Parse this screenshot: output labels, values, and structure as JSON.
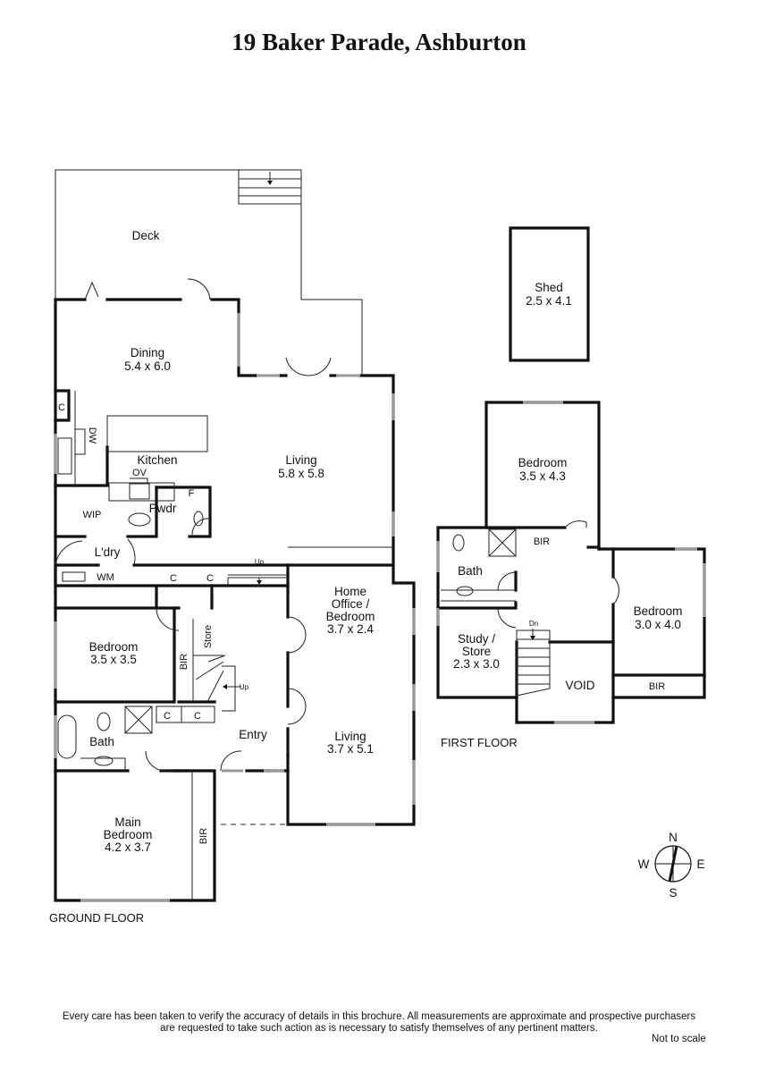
{
  "title": "19 Baker Parade, Ashburton",
  "ground_floor": {
    "label": "GROUND FLOOR",
    "rooms": {
      "deck": "Deck",
      "dining": {
        "name": "Dining",
        "size": "5.4 x 6.0"
      },
      "kitchen": "Kitchen",
      "living_main": {
        "name": "Living",
        "size": "5.8 x 5.8"
      },
      "wip": "WIP",
      "pwdr": "Pwdr",
      "laundry": "L'dry",
      "home_office": {
        "line1": "Home",
        "line2": "Office /",
        "line3": "Bedroom",
        "size": "3.7 x 2.4"
      },
      "bedroom": {
        "name": "Bedroom",
        "size": "3.5 x 3.5"
      },
      "bath": "Bath",
      "entry": "Entry",
      "living_front": {
        "name": "Living",
        "size": "3.7 x 5.1"
      },
      "main_bedroom": {
        "line1": "Main",
        "line2": "Bedroom",
        "size": "4.2 x 3.7"
      }
    },
    "fixtures": {
      "c": "C",
      "dw": "DW",
      "ov": "OV",
      "f": "F",
      "wm": "WM",
      "bir": "BIR",
      "store": "Store",
      "up": "Up"
    }
  },
  "first_floor": {
    "label": "FIRST FLOOR",
    "rooms": {
      "bedroom_top": {
        "name": "Bedroom",
        "size": "3.5 x 4.3"
      },
      "bath": "Bath",
      "study": {
        "line1": "Study /",
        "line2": "Store",
        "size": "2.3 x 3.0"
      },
      "void": "VOID",
      "bedroom_right": {
        "name": "Bedroom",
        "size": "3.0 x 4.0"
      }
    },
    "fixtures": {
      "bir": "BIR",
      "dn": "Dn"
    }
  },
  "shed": {
    "name": "Shed",
    "size": "2.5 x 4.1"
  },
  "compass": {
    "n": "N",
    "s": "S",
    "e": "E",
    "w": "W"
  },
  "disclaimer": {
    "line1": "Every care has been taken to verify the accuracy of details in this brochure.  All measurements are approximate and prospective purchasers",
    "line2": "are requested to take such action as is necessary to satisfy themselves of any pertinent matters."
  },
  "not_to_scale": "Not to scale"
}
